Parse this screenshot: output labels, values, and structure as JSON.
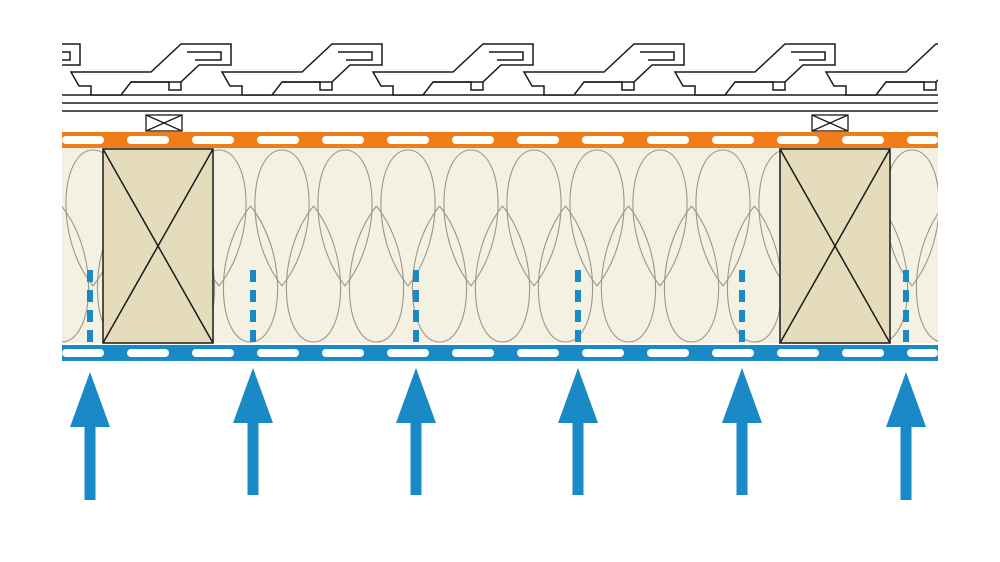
{
  "diagram": {
    "subject": "roof-cross-section",
    "colors": {
      "background": "#ffffff",
      "outline": "#1a1a1a",
      "membrane_outer": "#f07d1a",
      "membrane_inner": "#1a8ac6",
      "insulation_fill": "#f4f1e2",
      "insulation_stroke": "#9a968c",
      "rafter_fill": "#e5dcbc",
      "vapor_arrow": "#1a8ac6"
    },
    "layers": [
      {
        "id": "roof-tiles",
        "icon": "tile-profile"
      },
      {
        "id": "battens",
        "icon": "batten-cross-icon"
      },
      {
        "id": "counter-battens"
      },
      {
        "id": "outer-membrane",
        "icon": "dashed-band"
      },
      {
        "id": "insulation",
        "icon": "mineral-wool-loops"
      },
      {
        "id": "rafters",
        "icon": "timber-cross-section-icon"
      },
      {
        "id": "inner-membrane",
        "icon": "dashed-band"
      }
    ],
    "rafter_count": 2,
    "tile_count": 6,
    "arrow_count": 6,
    "arrow_direction": "up"
  }
}
